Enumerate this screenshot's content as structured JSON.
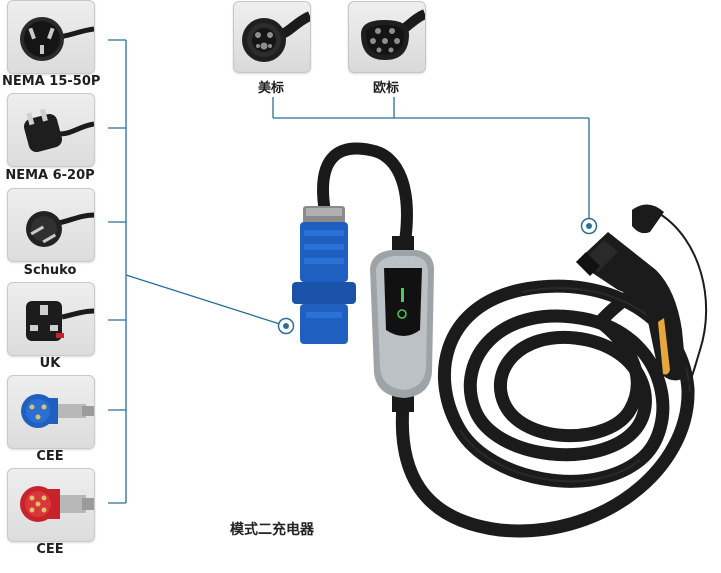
{
  "plugs": [
    {
      "label": "NEMA 15-50P",
      "icon": "nema-14-50-plug-icon"
    },
    {
      "label": "NEMA 6-20P",
      "icon": "nema-6-20-plug-icon"
    },
    {
      "label": "Schuko",
      "icon": "schuko-plug-icon"
    },
    {
      "label": "UK",
      "icon": "uk-plug-icon"
    },
    {
      "label": "CEE",
      "icon": "cee-blue-plug-icon"
    },
    {
      "label": "CEE",
      "icon": "cee-red-plug-icon"
    }
  ],
  "connectors": [
    {
      "label": "美标",
      "icon": "type1-connector-icon"
    },
    {
      "label": "欧标",
      "icon": "type2-connector-icon"
    }
  ],
  "caption": "模式二充电器",
  "colors": {
    "line": "#2a6f96",
    "blue_plug": "#1f5fbf",
    "red_plug": "#c8232a",
    "cable": "#1a1a1a"
  }
}
